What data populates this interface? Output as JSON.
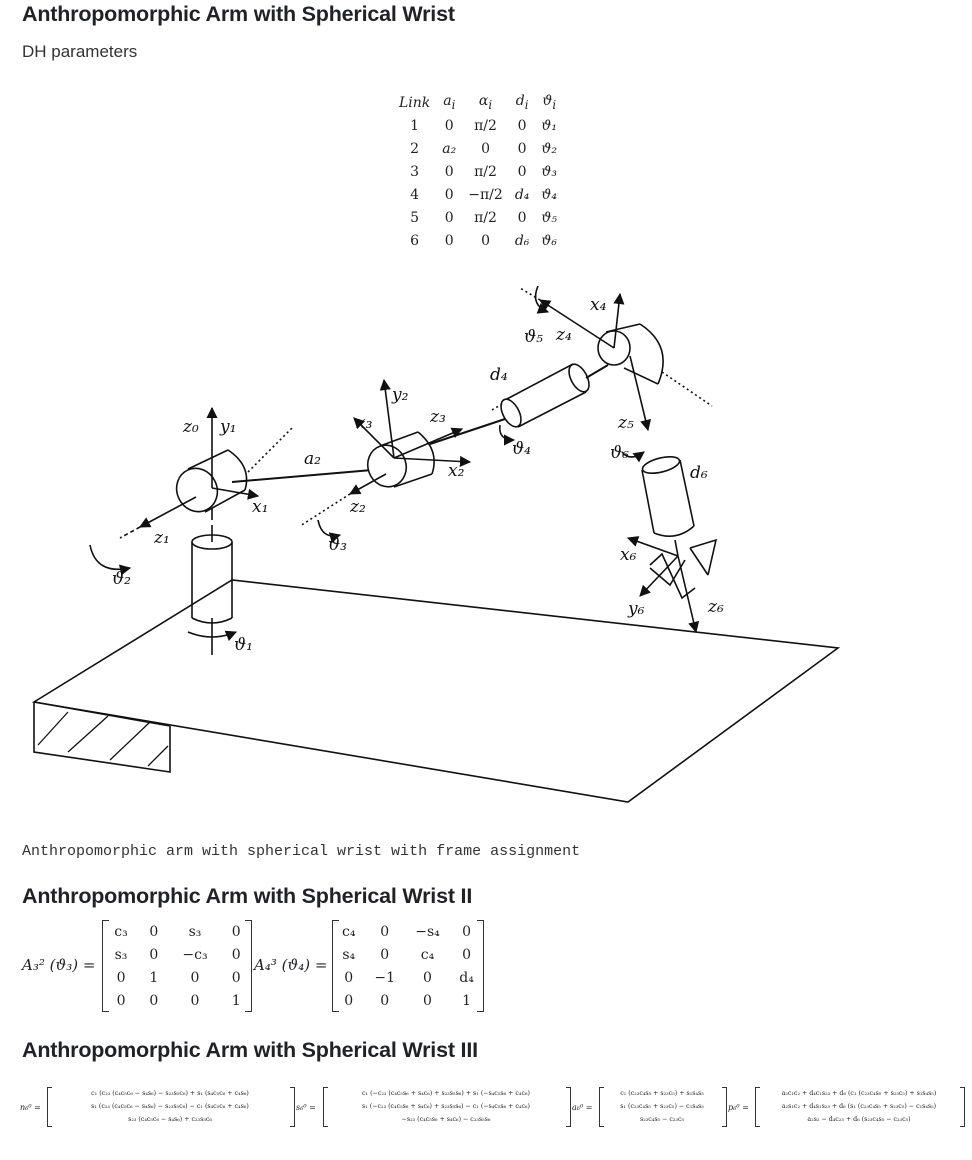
{
  "heading1": "Anthropomorphic Arm with Spherical Wrist",
  "subtitle": "DH parameters",
  "dh_table": {
    "headers": [
      "Link",
      "a",
      "α",
      "d",
      "ϑ"
    ],
    "rows": [
      [
        "1",
        "0",
        "π/2",
        "0",
        "ϑ₁"
      ],
      [
        "2",
        "a₂",
        "0",
        "0",
        "ϑ₂"
      ],
      [
        "3",
        "0",
        "π/2",
        "0",
        "ϑ₃"
      ],
      [
        "4",
        "0",
        "−π/2",
        "d₄",
        "ϑ₄"
      ],
      [
        "5",
        "0",
        "π/2",
        "0",
        "ϑ₅"
      ],
      [
        "6",
        "0",
        "0",
        "d₆",
        "ϑ₆"
      ]
    ]
  },
  "figure_labels": {
    "z0": "z₀",
    "y1": "y₁",
    "x1": "x₁",
    "z1": "z₁",
    "theta1": "ϑ₁",
    "theta2": "ϑ₂",
    "a2": "a₂",
    "x3": "x₃",
    "y2": "y₂",
    "z3": "z₃",
    "x2": "x₂",
    "z2": "z₂",
    "theta3": "ϑ₃",
    "d4": "d₄",
    "theta4": "ϑ₄",
    "theta5": "ϑ₅",
    "z4": "z₄",
    "x4": "x₄",
    "z5": "z₅",
    "theta6": "ϑ₆",
    "d6": "d₆",
    "x6": "x₆",
    "y6": "y₆",
    "z6": "z₆"
  },
  "caption": "Anthropomorphic arm with spherical wrist with frame assignment",
  "heading2": "Anthropomorphic Arm with Spherical Wrist II",
  "matrix_A32": {
    "label": "A₃² (ϑ₃) =",
    "rows": [
      [
        "c₃",
        "0",
        "s₃",
        "0"
      ],
      [
        "s₃",
        "0",
        "−c₃",
        "0"
      ],
      [
        "0",
        "1",
        "0",
        "0"
      ],
      [
        "0",
        "0",
        "0",
        "1"
      ]
    ]
  },
  "matrix_A43": {
    "label": "A₄³ (ϑ₄) =",
    "rows": [
      [
        "c₄",
        "0",
        "−s₄",
        "0"
      ],
      [
        "s₄",
        "0",
        "c₄",
        "0"
      ],
      [
        "0",
        "−1",
        "0",
        "d₄"
      ],
      [
        "0",
        "0",
        "0",
        "1"
      ]
    ]
  },
  "heading3": "Anthropomorphic Arm with Spherical Wrist III",
  "vectors": [
    {
      "label": "n₆⁰ =",
      "rows": [
        "c₁ (c₂₃ (c₄c₅c₆ − s₄s₆) − s₂₃s₅c₆) + s₁ (s₄c₅c₆ + c₄s₆)",
        "s₁ (c₂₃ (c₄c₅c₆ − s₄s₆) − s₂₃s₅c₆) − c₁ (s₄c₅c₆ + c₄s₆)",
        "s₂₃ (c₄c₅c₆ − s₄s₆) + c₂₃s₅c₆"
      ]
    },
    {
      "label": "s₆⁰ =",
      "rows": [
        "c₁ (−c₂₃ (c₄c₅s₆ + s₄c₆) + s₂₃s₅s₆) + s₁ (−s₄c₅s₆ + c₄c₆)",
        "s₁ (−c₂₃ (c₄c₅s₆ + s₄c₆) + s₂₃s₅s₆) − c₁ (−s₄c₅s₆ + c₄c₆)",
        "−s₂₃ (c₄c₅s₆ + s₄c₆) − c₂₃s₅s₆"
      ]
    },
    {
      "label": "a₆⁰ =",
      "rows": [
        "c₁ (c₂₃c₄s₅ + s₂₃c₅) + s₁s₄s₅",
        "s₁ (c₂₃c₄s₅ + s₂₃c₅) − c₁s₄s₅",
        "s₂₃c₄s₅ − c₂₃c₅"
      ]
    },
    {
      "label": "p₆⁰ =",
      "rows": [
        "a₂c₁c₂ + d₄c₁s₂₃ + d₆ (c₁ (c₂₃c₄s₅ + s₂₃c₅) + s₁s₄s₅)",
        "a₂s₁c₂ + d₄s₁s₂₃ + d₆ (s₁ (c₂₃c₄s₅ + s₂₃c₅) − c₁s₄s₅)",
        "a₂s₂ − d₄c₂₃ + d₆ (s₂₃c₄s₅ − c₂₃c₅)"
      ]
    }
  ]
}
